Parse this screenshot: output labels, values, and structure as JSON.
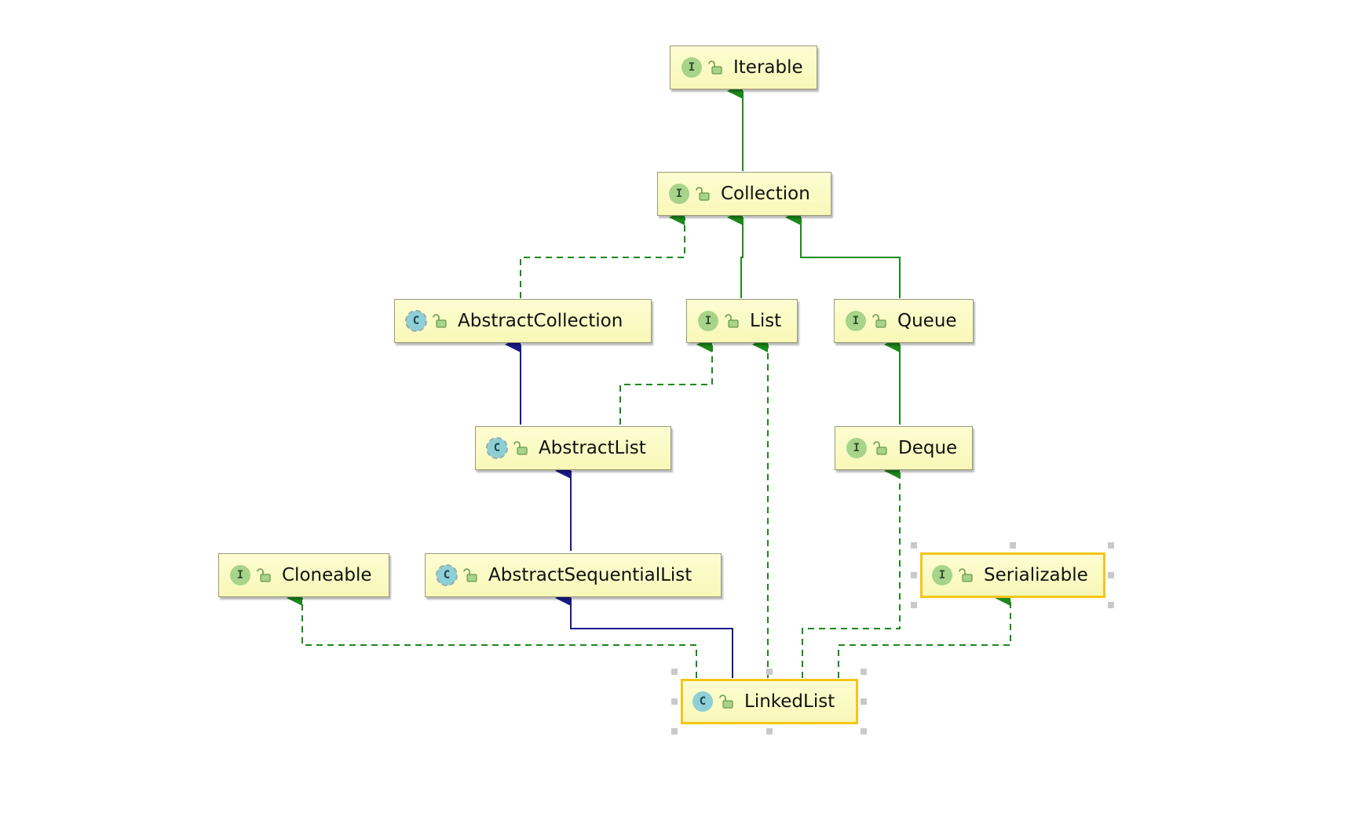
{
  "diagram": {
    "nodes": {
      "iterable": {
        "label": "Iterable",
        "kind": "I"
      },
      "collection": {
        "label": "Collection",
        "kind": "I"
      },
      "abstract_collection": {
        "label": "AbstractCollection",
        "kind": "C"
      },
      "list": {
        "label": "List",
        "kind": "I"
      },
      "queue": {
        "label": "Queue",
        "kind": "I"
      },
      "abstract_list": {
        "label": "AbstractList",
        "kind": "C"
      },
      "deque": {
        "label": "Deque",
        "kind": "I"
      },
      "cloneable": {
        "label": "Cloneable",
        "kind": "I"
      },
      "abstract_sequential_list": {
        "label": "AbstractSequentialList",
        "kind": "C"
      },
      "serializable": {
        "label": "Serializable",
        "kind": "I"
      },
      "linked_list": {
        "label": "LinkedList",
        "kind": "C"
      }
    },
    "colors": {
      "interface_edge": "#1a8a1a",
      "extends_edge": "#1a1a8a",
      "selection": "#f5c518",
      "node_fill": "#fbfbc4"
    }
  }
}
